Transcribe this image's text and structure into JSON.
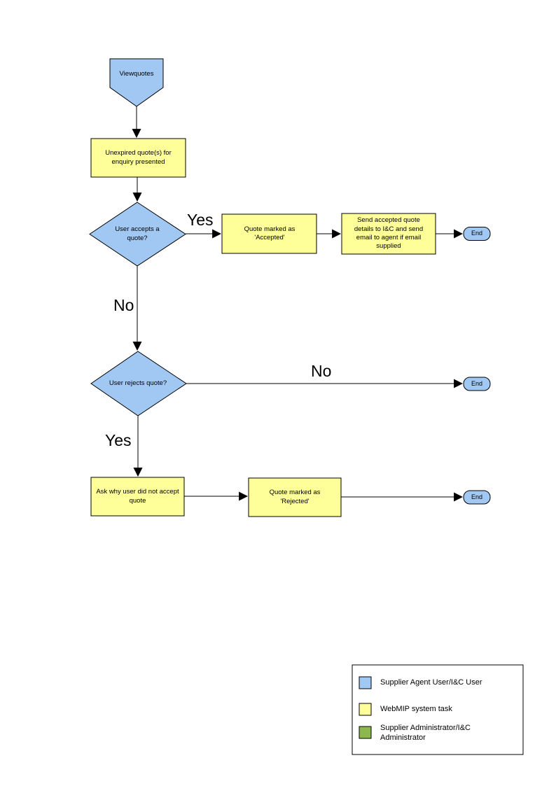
{
  "colors": {
    "user_shape": "#A0C8F2",
    "system_task": "#FFFF99",
    "admin_shape": "#8CB84E",
    "outline": "#000000",
    "background": "#FFFFFF"
  },
  "nodes": {
    "viewquotes": {
      "label": "Viewquotes",
      "shape": "pentagon-down",
      "role": "user"
    },
    "unexpired": {
      "label": "Unexpired quote(s) for enquiry presented",
      "shape": "rect",
      "role": "system"
    },
    "accepts_decision": {
      "label": "User accepts a quote?",
      "shape": "diamond",
      "role": "user"
    },
    "marked_accepted": {
      "label": "Quote marked as 'Accepted'",
      "shape": "rect",
      "role": "system"
    },
    "send_details": {
      "label": "Send accepted quote details to I&C and send email to agent if email supplied",
      "shape": "rect",
      "role": "system"
    },
    "end_accepted": {
      "label": "End",
      "shape": "terminator",
      "role": "user"
    },
    "rejects_decision": {
      "label": "User rejects quote?",
      "shape": "diamond",
      "role": "user"
    },
    "end_not_rejected": {
      "label": "End",
      "shape": "terminator",
      "role": "user"
    },
    "ask_why": {
      "label": "Ask why user did not accept quote",
      "shape": "rect",
      "role": "system"
    },
    "marked_rejected": {
      "label": "Quote marked as 'Rejected'",
      "shape": "rect",
      "role": "system"
    },
    "end_rejected": {
      "label": "End",
      "shape": "terminator",
      "role": "user"
    }
  },
  "edges": {
    "accepts_yes": "Yes",
    "accepts_no": "No",
    "rejects_no": "No",
    "rejects_yes": "Yes"
  },
  "legend": {
    "items": [
      {
        "label": "Supplier Agent User/I&C User",
        "color": "#A0C8F2"
      },
      {
        "label": "WebMIP system task",
        "color": "#FFFF99"
      },
      {
        "label": "Supplier Administrator/I&C Administrator",
        "color": "#8CB84E"
      }
    ]
  }
}
